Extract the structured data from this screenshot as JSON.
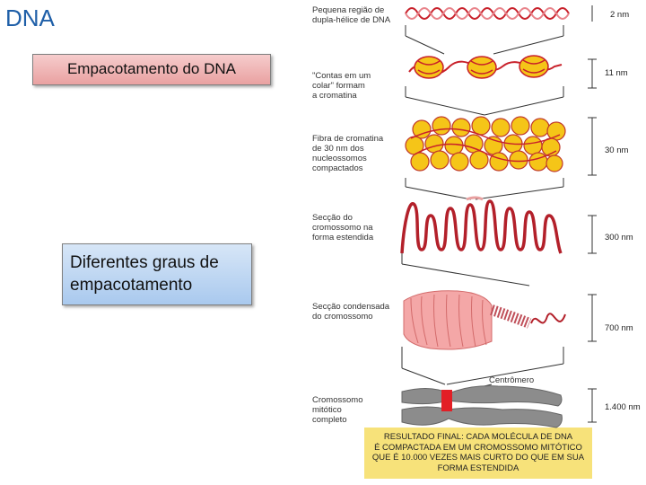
{
  "title": "DNA",
  "boxes": {
    "packing": "Empacotamento do DNA",
    "degrees": "Diferentes graus de empacotamento"
  },
  "diagram": {
    "levels": [
      {
        "label": "Pequena região de\ndupla-hélice de DNA",
        "scale": "2 nm"
      },
      {
        "label": "\"Contas em um\ncolar\" formam\na cromatina",
        "scale": "11 nm"
      },
      {
        "label": "Fibra de cromatina\nde 30 nm dos\nnucleossomos\ncompactados",
        "scale": "30 nm"
      },
      {
        "label": "Secção do\ncromossomo na\nforma estendida",
        "scale": "300 nm"
      },
      {
        "label": "Secção condensada\ndo cromossomo",
        "scale": "700 nm"
      },
      {
        "label": "Cromossomo\nmitótico\ncompleto",
        "scale": "1.400 nm"
      }
    ],
    "centromere_label": "Centrômero",
    "final_result": "RESULTADO FINAL: CADA MOLÉCULA DE DNA\nÉ COMPACTADA EM UM CROMOSSOMO MITÓTICO\nQUE É 10.000 VEZES MAIS CURTO DO QUE EM SUA\nFORMA ESTENDIDA"
  },
  "colors": {
    "title": "#1f5fa8",
    "dna": "#c8202a",
    "nucleosome": "#f5c518",
    "fiber_30nm": "#e8c200",
    "condensed": "#f4a7a7",
    "chromosome": "#8c8c8c",
    "centromere": "#e21f26",
    "final_box": "#f7e27a"
  }
}
